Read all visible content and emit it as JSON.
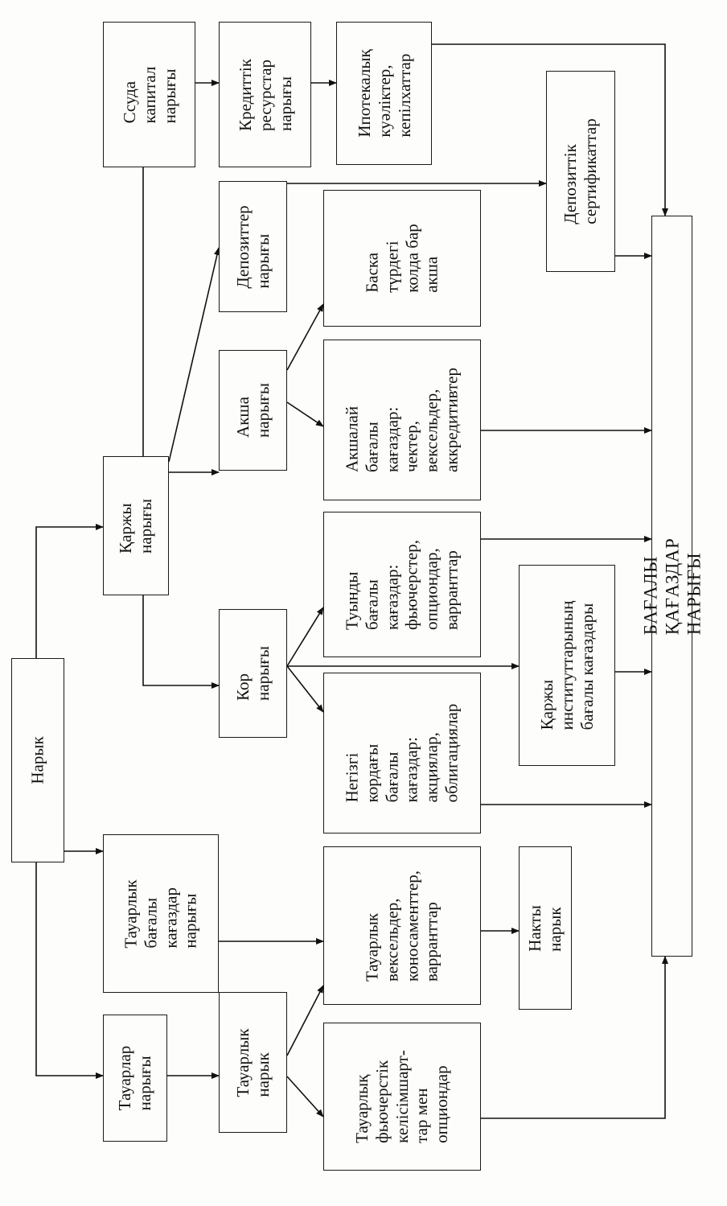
{
  "nodes": {
    "narik": "Нарык",
    "ssuda": "Ссуда\nкапитал\nнарығы",
    "kreditik": "Кредиттік\nресурстар\nнарығы",
    "ipoteka": "Ипотекалық\nкуәліктер,\nкепілхаттар",
    "depozitter": "Депозиттер\nнарығы",
    "depozit_sert": "Депозиттік\nсертификаттар",
    "baska": "Баска\nтүрдегі\nколда бар\nакша",
    "akcha": "Акша\nнарығы",
    "akchalai": "Акшалай\nбағалы\nкағаздар:\nчектер,\nвексельдер,\nаккредитивтер",
    "karjy": "Қаржы\nнарығы",
    "tuyndy": "Туынды\nбағалы\nкағаздар:\nфьючерстер,\nопциондар,\nварранттар",
    "kor": "Кор\nнарығы",
    "karjy_inst": "Қаржы\nинституттарының\nбағалы кағаздары",
    "negizgi": "Негізгі\nкордағы\nбағалы\nкағаздар:\nакциялар,\nоблигациялар",
    "bagaly_kagazdar": "БАҒАЛЫ ҚАҒАЗДАР НАРЫҒЫ",
    "tauarlyk_bagaly": "Тауарлык\nбағалы\nкағаздар\nнарығы",
    "tauarlyk_veksel": "Тауарлык\nвексельдер,\nконосаменттер,\nварранттар",
    "nakty": "Накты нарык",
    "tauarlar": "Тауарлар\nнарығы",
    "tauarlyk_narik": "Тауарлык\nнарык",
    "tauarlyk_futures": "Тауарлық\nфьючерстік\nкелісімшарт-\nтар мен\nопциондар"
  }
}
